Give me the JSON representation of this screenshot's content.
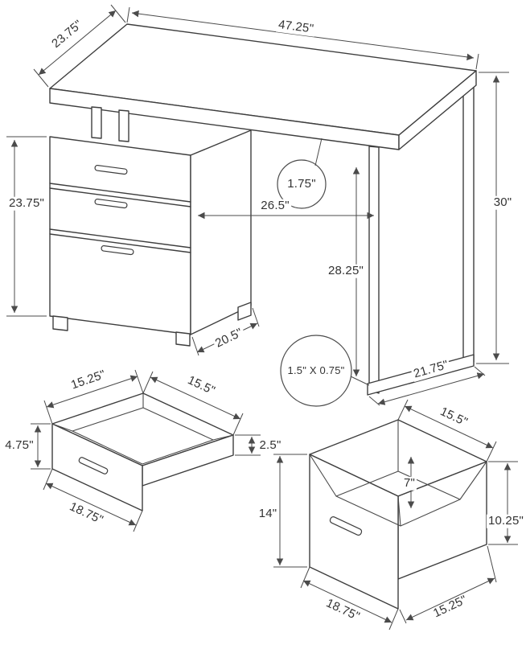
{
  "diagram": {
    "product": "computer desk with drawers - dimension drawing",
    "units": "inches",
    "desk": {
      "width": "47.25\"",
      "depth": "23.75\"",
      "pedestal_height": "23.75\"",
      "height": "30\"",
      "top_thickness": "1.75\"",
      "knee_clearance_width": "26.5\"",
      "knee_clearance_height": "28.25\"",
      "pedestal_depth": "20.5\"",
      "leg_base_depth": "21.75\"",
      "frame_profile": "1.5\" X 0.75\""
    },
    "small_drawer": {
      "interior_depth": "15.25\"",
      "interior_width": "15.5\"",
      "front_height": "4.75\"",
      "side_height": "2.5\"",
      "front_width": "18.75\""
    },
    "file_drawer": {
      "top_depth": "15.5\"",
      "interior_height": "7\"",
      "front_height": "14\"",
      "side_height": "10.25\"",
      "front_width": "18.75\"",
      "bottom_depth": "15.25\""
    }
  }
}
